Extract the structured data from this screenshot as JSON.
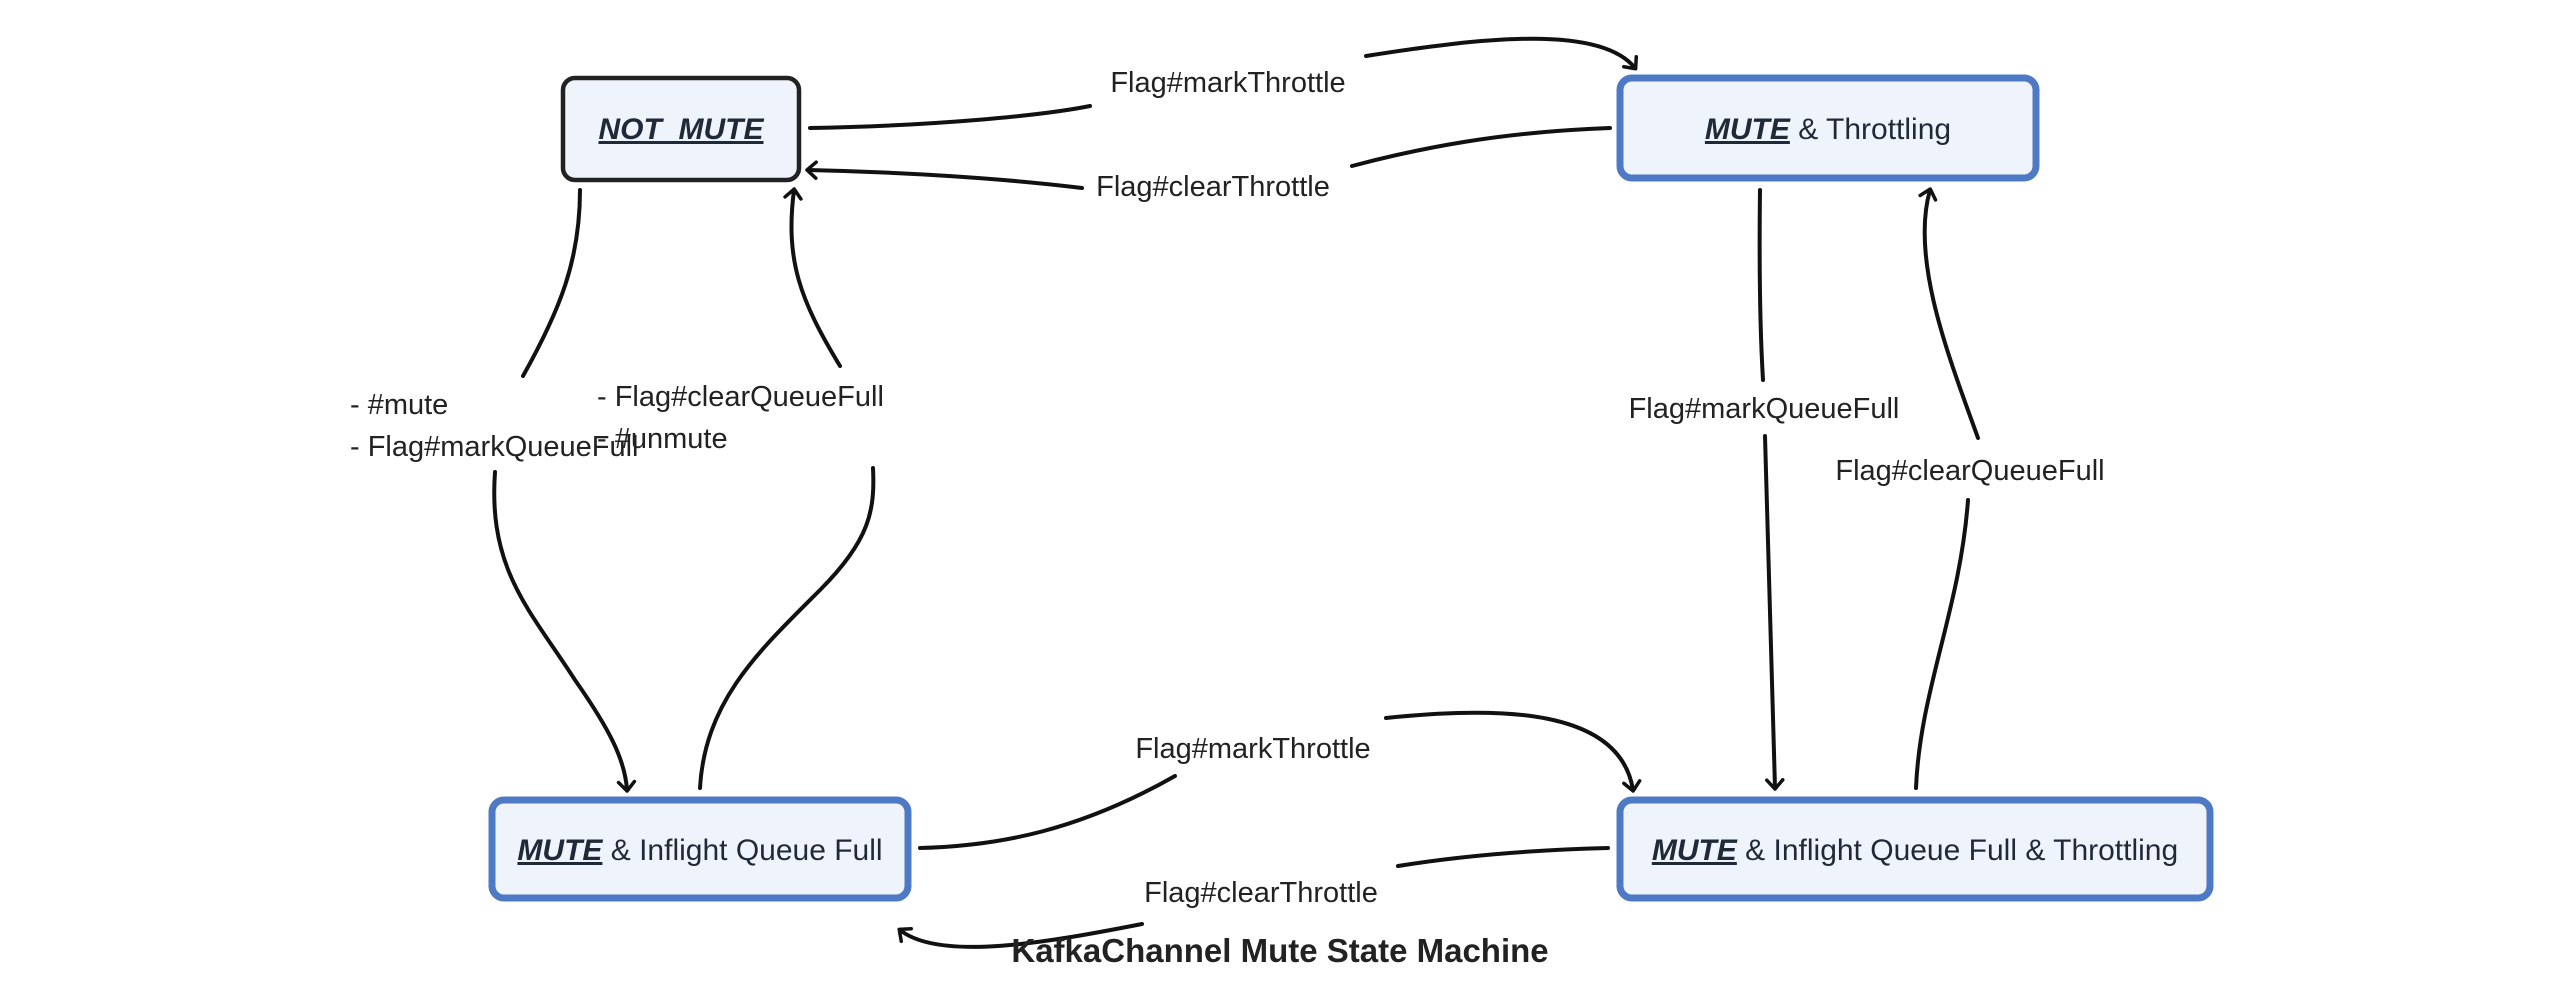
{
  "title": "KafkaChannel Mute State Machine",
  "colors": {
    "node_fill": "#eff3fb",
    "node_border_plain": "#222222",
    "node_border_highlight": "#4e79c4",
    "edge": "#111111"
  },
  "nodes": {
    "not_mute": {
      "key": "NOT_MUTE",
      "rest": ""
    },
    "mute_throttling": {
      "key": "MUTE",
      "rest": " & Throttling"
    },
    "mute_queue_full": {
      "key": "MUTE",
      "rest": " & Inflight Queue Full"
    },
    "mute_queue_full_throttling": {
      "key": "MUTE",
      "rest": " & Inflight Queue Full & Throttling"
    }
  },
  "edges": {
    "top_mark_throttle": "Flag#markThrottle",
    "top_clear_throttle": "Flag#clearThrottle",
    "left_down_line1": "- #mute",
    "left_down_line2": "- Flag#markQueueFull",
    "left_up_line1": "- Flag#clearQueueFull",
    "left_up_line2": "- #unmute",
    "right_mark_queue_full": "Flag#markQueueFull",
    "right_clear_queue_full": "Flag#clearQueueFull",
    "bottom_mark_throttle": "Flag#markThrottle",
    "bottom_clear_throttle": "Flag#clearThrottle"
  }
}
